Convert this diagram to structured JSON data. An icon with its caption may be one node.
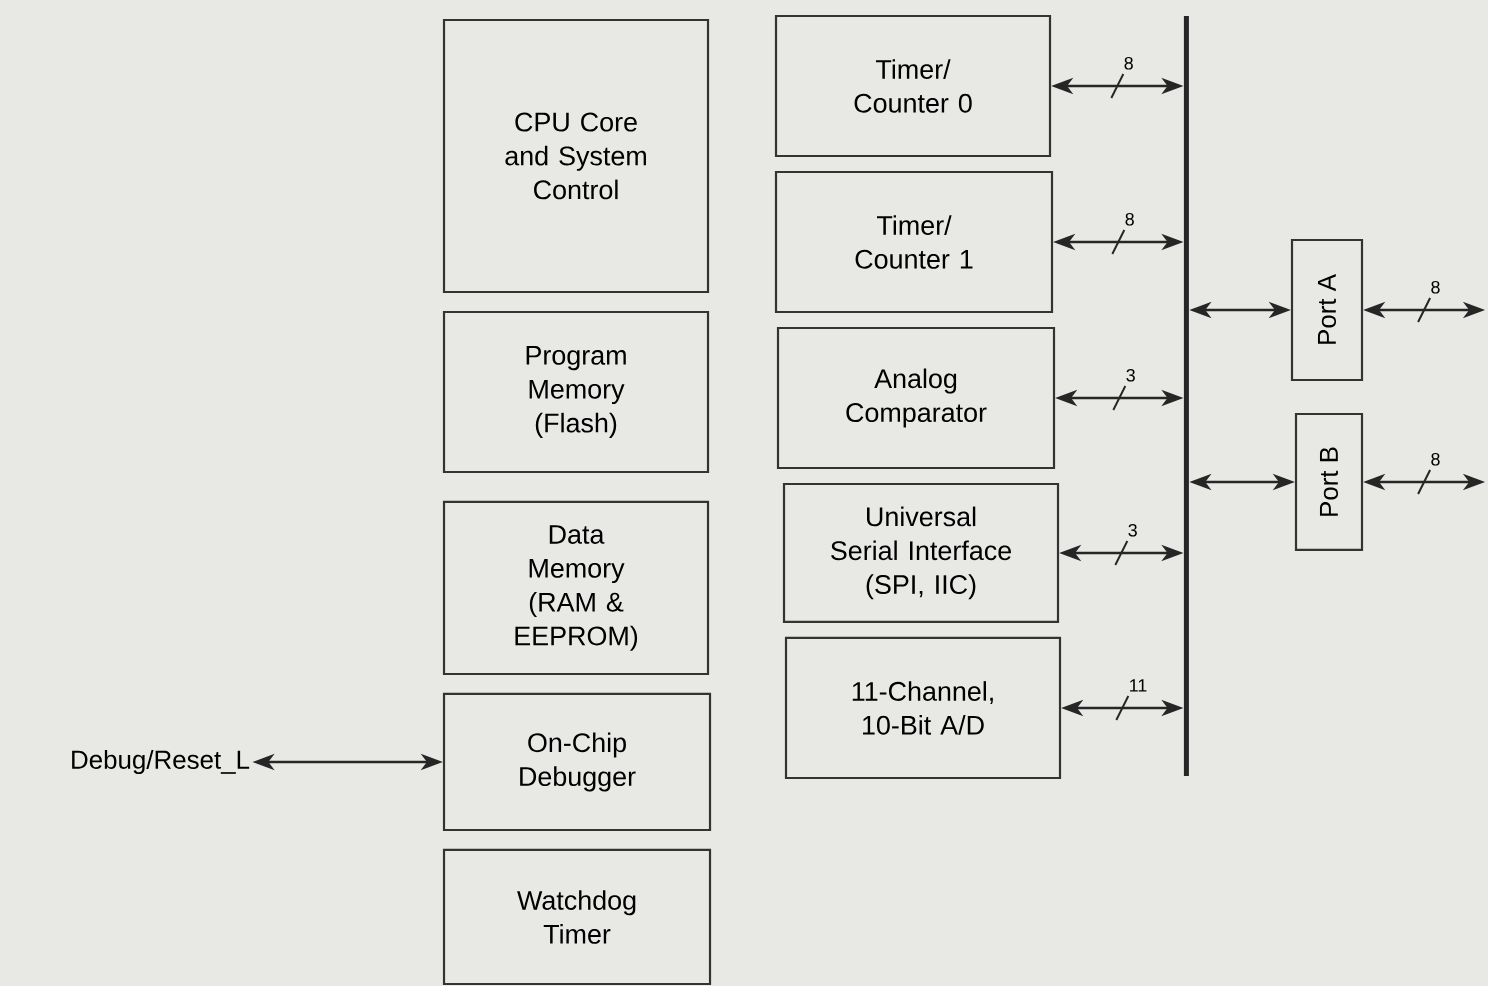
{
  "diagram": {
    "nodes": [
      {
        "text": [
          "CPU Core and System Control"
        ]
      },
      {
        "text": [
          "Program Memory (Flash)"
        ]
      },
      {
        "text": [
          "Data Memory (RAM & EEPROM)"
        ]
      },
      {
        "text": [
          "On-Chip Debugger"
        ]
      },
      {
        "text": [
          "Watchdog Timer"
        ]
      },
      {
        "text": [
          "Timer/ Counter 0"
        ]
      },
      {
        "text": [
          "Timer/ Counter 1"
        ]
      },
      {
        "text": [
          "Analog Comparator"
        ]
      },
      {
        "text": [
          "Universal Serial Interface (SPI, IIC)"
        ]
      },
      {
        "text": [
          "11-Channel, 10-Bit A/D"
        ]
      },
      {
        "text": [],
        "shape": "bar"
      },
      {
        "text": [
          "Port A"
        ]
      },
      {
        "text": [
          "Port B"
        ]
      },
      {
        "text": [
          "Debug/Reset_L"
        ]
      }
    ],
    "edges": [
      {
        "from": 13,
        "to": 3,
        "arrow": "both"
      },
      {
        "from": 5,
        "to": 10,
        "arrow": "both",
        "label": "8"
      },
      {
        "from": 6,
        "to": 10,
        "arrow": "both",
        "label": "8"
      },
      {
        "from": 7,
        "to": 10,
        "arrow": "both",
        "label": "3"
      },
      {
        "from": 8,
        "to": 10,
        "arrow": "both",
        "label": "3"
      },
      {
        "from": 9,
        "to": 10,
        "arrow": "both",
        "label": "11"
      },
      {
        "from": 10,
        "to": 11,
        "arrow": "both"
      },
      {
        "from": 10,
        "to": 12,
        "arrow": "both"
      },
      {
        "from": 11,
        "to": null,
        "arrow": "both",
        "label": "8"
      },
      {
        "from": 12,
        "to": null,
        "arrow": "both",
        "label": "8"
      }
    ]
  }
}
